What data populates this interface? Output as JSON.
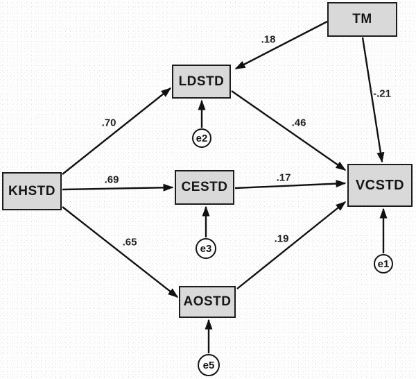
{
  "diagram": {
    "type": "sem-path-diagram",
    "colors": {
      "box_fill": "#d9d9d9",
      "box_border": "#1c1c1c",
      "line": "#111111",
      "background": "#fdfdfd",
      "text": "#161616"
    },
    "nodes": {
      "tm": {
        "label": "TM"
      },
      "ldstd": {
        "label": "LDSTD"
      },
      "khstd": {
        "label": "KHSTD"
      },
      "cestd": {
        "label": "CESTD"
      },
      "aostd": {
        "label": "AOSTD"
      },
      "vcstd": {
        "label": "VCSTD"
      }
    },
    "errors": {
      "e1": {
        "label": "e1"
      },
      "e2": {
        "label": "e2"
      },
      "e3": {
        "label": "e3"
      },
      "e5": {
        "label": "e5"
      }
    },
    "coefficients": {
      "tm_ldstd": ".18",
      "tm_vcstd": "-.21",
      "khstd_ldstd": ".70",
      "khstd_cestd": ".69",
      "khstd_aostd": ".65",
      "ldstd_vcstd": ".46",
      "cestd_vcstd": ".17",
      "aostd_vcstd": ".19"
    }
  }
}
